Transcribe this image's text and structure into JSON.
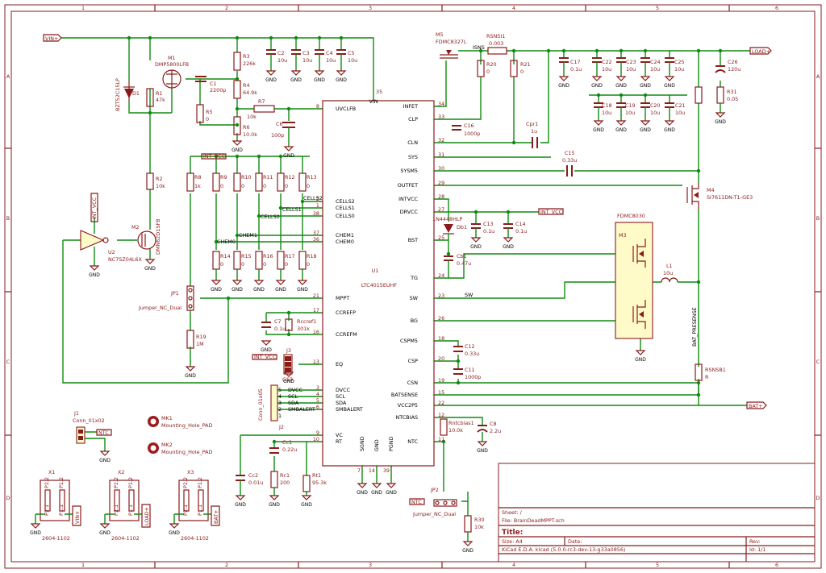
{
  "border": {
    "columns": [
      "1",
      "2",
      "3",
      "4",
      "5",
      "6"
    ],
    "rows": [
      "A",
      "B",
      "C",
      "D"
    ]
  },
  "ports": {
    "vin": "VIN+",
    "load": "LOAD+",
    "bat": "BAT+",
    "int_vcc_1": "INT_VCC",
    "int_vcc_2": "INT_VCC",
    "int_vcc_3": "INT_VCC",
    "int_vcc_4": "INT_VCC",
    "ntc_1": "NTC",
    "ntc_2": "NTC",
    "vin_conn": "VIN+",
    "load_conn": "LOAD+",
    "bat_conn": "BAT+"
  },
  "gnd": "GND",
  "ic": {
    "ref": "U1",
    "value": "LTC4015EUHF",
    "left_pins": [
      {
        "n": "35",
        "name": "VIN"
      },
      {
        "n": "8",
        "name": "UVCLFB"
      },
      {
        "n": "2",
        "name": "CELLS2"
      },
      {
        "n": "1",
        "name": "CELLS1"
      },
      {
        "n": "38",
        "name": "CELLS0"
      },
      {
        "n": "37",
        "name": "CHEM1"
      },
      {
        "n": "36",
        "name": "CHEM0"
      },
      {
        "n": "21",
        "name": "MPPT"
      },
      {
        "n": "17",
        "name": "CCREFP"
      },
      {
        "n": "16",
        "name": "CCREFM"
      },
      {
        "n": "13",
        "name": "EQ"
      },
      {
        "n": "3",
        "name": "DVCC"
      },
      {
        "n": "4",
        "name": "SCL"
      },
      {
        "n": "5",
        "name": "SDA"
      },
      {
        "n": "6",
        "name": "SMBALERT"
      },
      {
        "n": "9",
        "name": "VC"
      },
      {
        "n": "10",
        "name": "RT"
      }
    ],
    "right_pins": [
      {
        "n": "34",
        "name": "INFET"
      },
      {
        "n": "33",
        "name": "CLP"
      },
      {
        "n": "32",
        "name": "CLN"
      },
      {
        "n": "31",
        "name": "SYS"
      },
      {
        "n": "30",
        "name": "SYSM5"
      },
      {
        "n": "29",
        "name": "OUTFET"
      },
      {
        "n": "28",
        "name": "INTVCC"
      },
      {
        "n": "27",
        "name": "DRVCC"
      },
      {
        "n": "25",
        "name": "BST"
      },
      {
        "n": "24",
        "name": "TG"
      },
      {
        "n": "23",
        "name": "SW"
      },
      {
        "n": "26",
        "name": "BG"
      },
      {
        "n": "18",
        "name": "CSPM5"
      },
      {
        "n": "20",
        "name": "CSP"
      },
      {
        "n": "19",
        "name": "CSN"
      },
      {
        "n": "15",
        "name": "BATSENSE"
      },
      {
        "n": "22",
        "name": "VCC2P5"
      },
      {
        "n": "12",
        "name": "NTCBIAS"
      },
      {
        "n": "11",
        "name": "NTC"
      }
    ],
    "bottom_pins": [
      {
        "n": "7",
        "name": "SGND"
      },
      {
        "n": "14",
        "name": "GND"
      },
      {
        "n": "39",
        "name": "PGND"
      }
    ]
  },
  "labels": {
    "cells2": "CELLS2",
    "cells1": "CELLS1",
    "cells0": "CELLS0",
    "chem1": "CHEM1",
    "chem0": "CHEM0",
    "sw": "SW",
    "bat_presense": "BAT_PRESENSE",
    "isns": "ISNS"
  },
  "parts": {
    "d1": {
      "ref": "D1",
      "value": "BZT52C15LP"
    },
    "r1": {
      "ref": "R1",
      "value": "47k"
    },
    "m1": {
      "ref": "M1",
      "value": "DMP5800LFB"
    },
    "c1": {
      "ref": "C1",
      "value": "2200p"
    },
    "r3": {
      "ref": "R3",
      "value": "226k"
    },
    "r4": {
      "ref": "R4",
      "value": "64.9k"
    },
    "r5": {
      "ref": "R5",
      "value": "0"
    },
    "r6": {
      "ref": "R6",
      "value": "10.0k"
    },
    "r7": {
      "ref": "R7",
      "value": "10k"
    },
    "c6": {
      "ref": "C6",
      "value": "100p"
    },
    "c2": {
      "ref": "C2",
      "value": "10u"
    },
    "c3": {
      "ref": "C3",
      "value": "10u"
    },
    "c4": {
      "ref": "C4",
      "value": "10u"
    },
    "c5": {
      "ref": "C5",
      "value": "10u"
    },
    "r2": {
      "ref": "R2",
      "value": "10k"
    },
    "m2": {
      "ref": "M2",
      "value": "DMN62D1SFB"
    },
    "u2": {
      "ref": "U2",
      "value": "NC7SZ04L6X"
    },
    "r8": {
      "ref": "R8",
      "value": "1k"
    },
    "r9": {
      "ref": "R9",
      "value": "0"
    },
    "r10": {
      "ref": "R10",
      "value": "0"
    },
    "r11": {
      "ref": "R11",
      "value": "0"
    },
    "r12": {
      "ref": "R12",
      "value": "0"
    },
    "r13": {
      "ref": "R13",
      "value": "0"
    },
    "r14": {
      "ref": "R14",
      "value": "0"
    },
    "r15": {
      "ref": "R15",
      "value": "0"
    },
    "r16": {
      "ref": "R16",
      "value": "0"
    },
    "r17": {
      "ref": "R17",
      "value": "0"
    },
    "r18": {
      "ref": "R18",
      "value": "0"
    },
    "jp1": {
      "ref": "JP1",
      "value": "Jumper_NC_Dual"
    },
    "r19": {
      "ref": "R19",
      "value": "1M"
    },
    "c7": {
      "ref": "C7",
      "value": "0.1u"
    },
    "rccref": {
      "ref": "Rccref1",
      "value": "301k"
    },
    "j3": {
      "ref": "J3",
      "value": "GS3"
    },
    "j2": {
      "ref": "J2",
      "value": "Conn_01x05"
    },
    "j2_pins": [
      "DVCC",
      "SCL",
      "SDA",
      "SMBALERT"
    ],
    "j1": {
      "ref": "J1",
      "value": "Conn_01x02"
    },
    "mk1": {
      "ref": "MK1",
      "value": "Mounting_Hole_PAD"
    },
    "mk2": {
      "ref": "MK2",
      "value": "Mounting_Hole_PAD"
    },
    "cc1": {
      "ref": "Cc1",
      "value": "0.22u"
    },
    "cc2": {
      "ref": "Cc2",
      "value": "0.01u"
    },
    "rc1": {
      "ref": "Rc1",
      "value": "200"
    },
    "rt1": {
      "ref": "Rt1",
      "value": "95.3k"
    },
    "m5": {
      "ref": "M5",
      "value": "FDMC8327L"
    },
    "rsns1": {
      "ref": "RSNSI1",
      "value": "0.003"
    },
    "r20": {
      "ref": "R20",
      "value": "0"
    },
    "r21": {
      "ref": "R21",
      "value": "0"
    },
    "c16": {
      "ref": "C16",
      "value": "1000p"
    },
    "cpr1": {
      "ref": "Cpr1",
      "value": "1u"
    },
    "c15": {
      "ref": "C15",
      "value": "0.33u"
    },
    "c17": {
      "ref": "C17",
      "value": "0.1u"
    },
    "c22": {
      "ref": "C22",
      "value": "10u"
    },
    "c23": {
      "ref": "C23",
      "value": "10u"
    },
    "c24": {
      "ref": "C24",
      "value": "10u"
    },
    "c25": {
      "ref": "C25",
      "value": "10u"
    },
    "c26": {
      "ref": "C26",
      "value": "120u"
    },
    "r31": {
      "ref": "R31",
      "value": "0.05"
    },
    "c18": {
      "ref": "C18",
      "value": "10u"
    },
    "c19": {
      "ref": "C19",
      "value": "10u"
    },
    "c20": {
      "ref": "C20",
      "value": "10u"
    },
    "c21": {
      "ref": "C21",
      "value": "10u"
    },
    "m4": {
      "ref": "M4",
      "value": "SI7611DN-T1-GE3"
    },
    "db1": {
      "ref": "Db1",
      "value": "1N4448HLP"
    },
    "c13": {
      "ref": "C13",
      "value": "0.1u"
    },
    "c14": {
      "ref": "C14",
      "value": "0.1u"
    },
    "cb1": {
      "ref": "Cb1",
      "value": "0.47u"
    },
    "m3": {
      "ref": "M3",
      "value": "FDMC8030"
    },
    "l1": {
      "ref": "L1",
      "value": "10u"
    },
    "c12": {
      "ref": "C12",
      "value": "0.33u"
    },
    "c11": {
      "ref": "C11",
      "value": "1000p"
    },
    "rsnsb1": {
      "ref": "RSNSB1",
      "value": "R"
    },
    "c8": {
      "ref": "C8",
      "value": "2.2u"
    },
    "rntc": {
      "ref": "Rntcbias1",
      "value": "10.0k"
    },
    "jp2": {
      "ref": "JP2",
      "value": "Jumper_NC_Dual"
    },
    "r30": {
      "ref": "R30",
      "value": "10k"
    },
    "x1": {
      "ref": "X1",
      "value": "2604-1102"
    },
    "x2": {
      "ref": "X2",
      "value": "2604-1102"
    },
    "x3": {
      "ref": "X3",
      "value": "2604-1102"
    },
    "x_pins": [
      "P2.2",
      "P2.1",
      "P1.2",
      "P1.1"
    ]
  },
  "title_block": {
    "sheet": "Sheet: /",
    "file": "File: BrainDeadMPPT.sch",
    "title": "Title:",
    "size": "Size: A4",
    "date": "Date:",
    "rev": "Rev:",
    "tool": "KiCad E.D.A.  kicad (5.0.0-rc3-dev-13-g33a0856)",
    "id": "Id: 1/1"
  }
}
